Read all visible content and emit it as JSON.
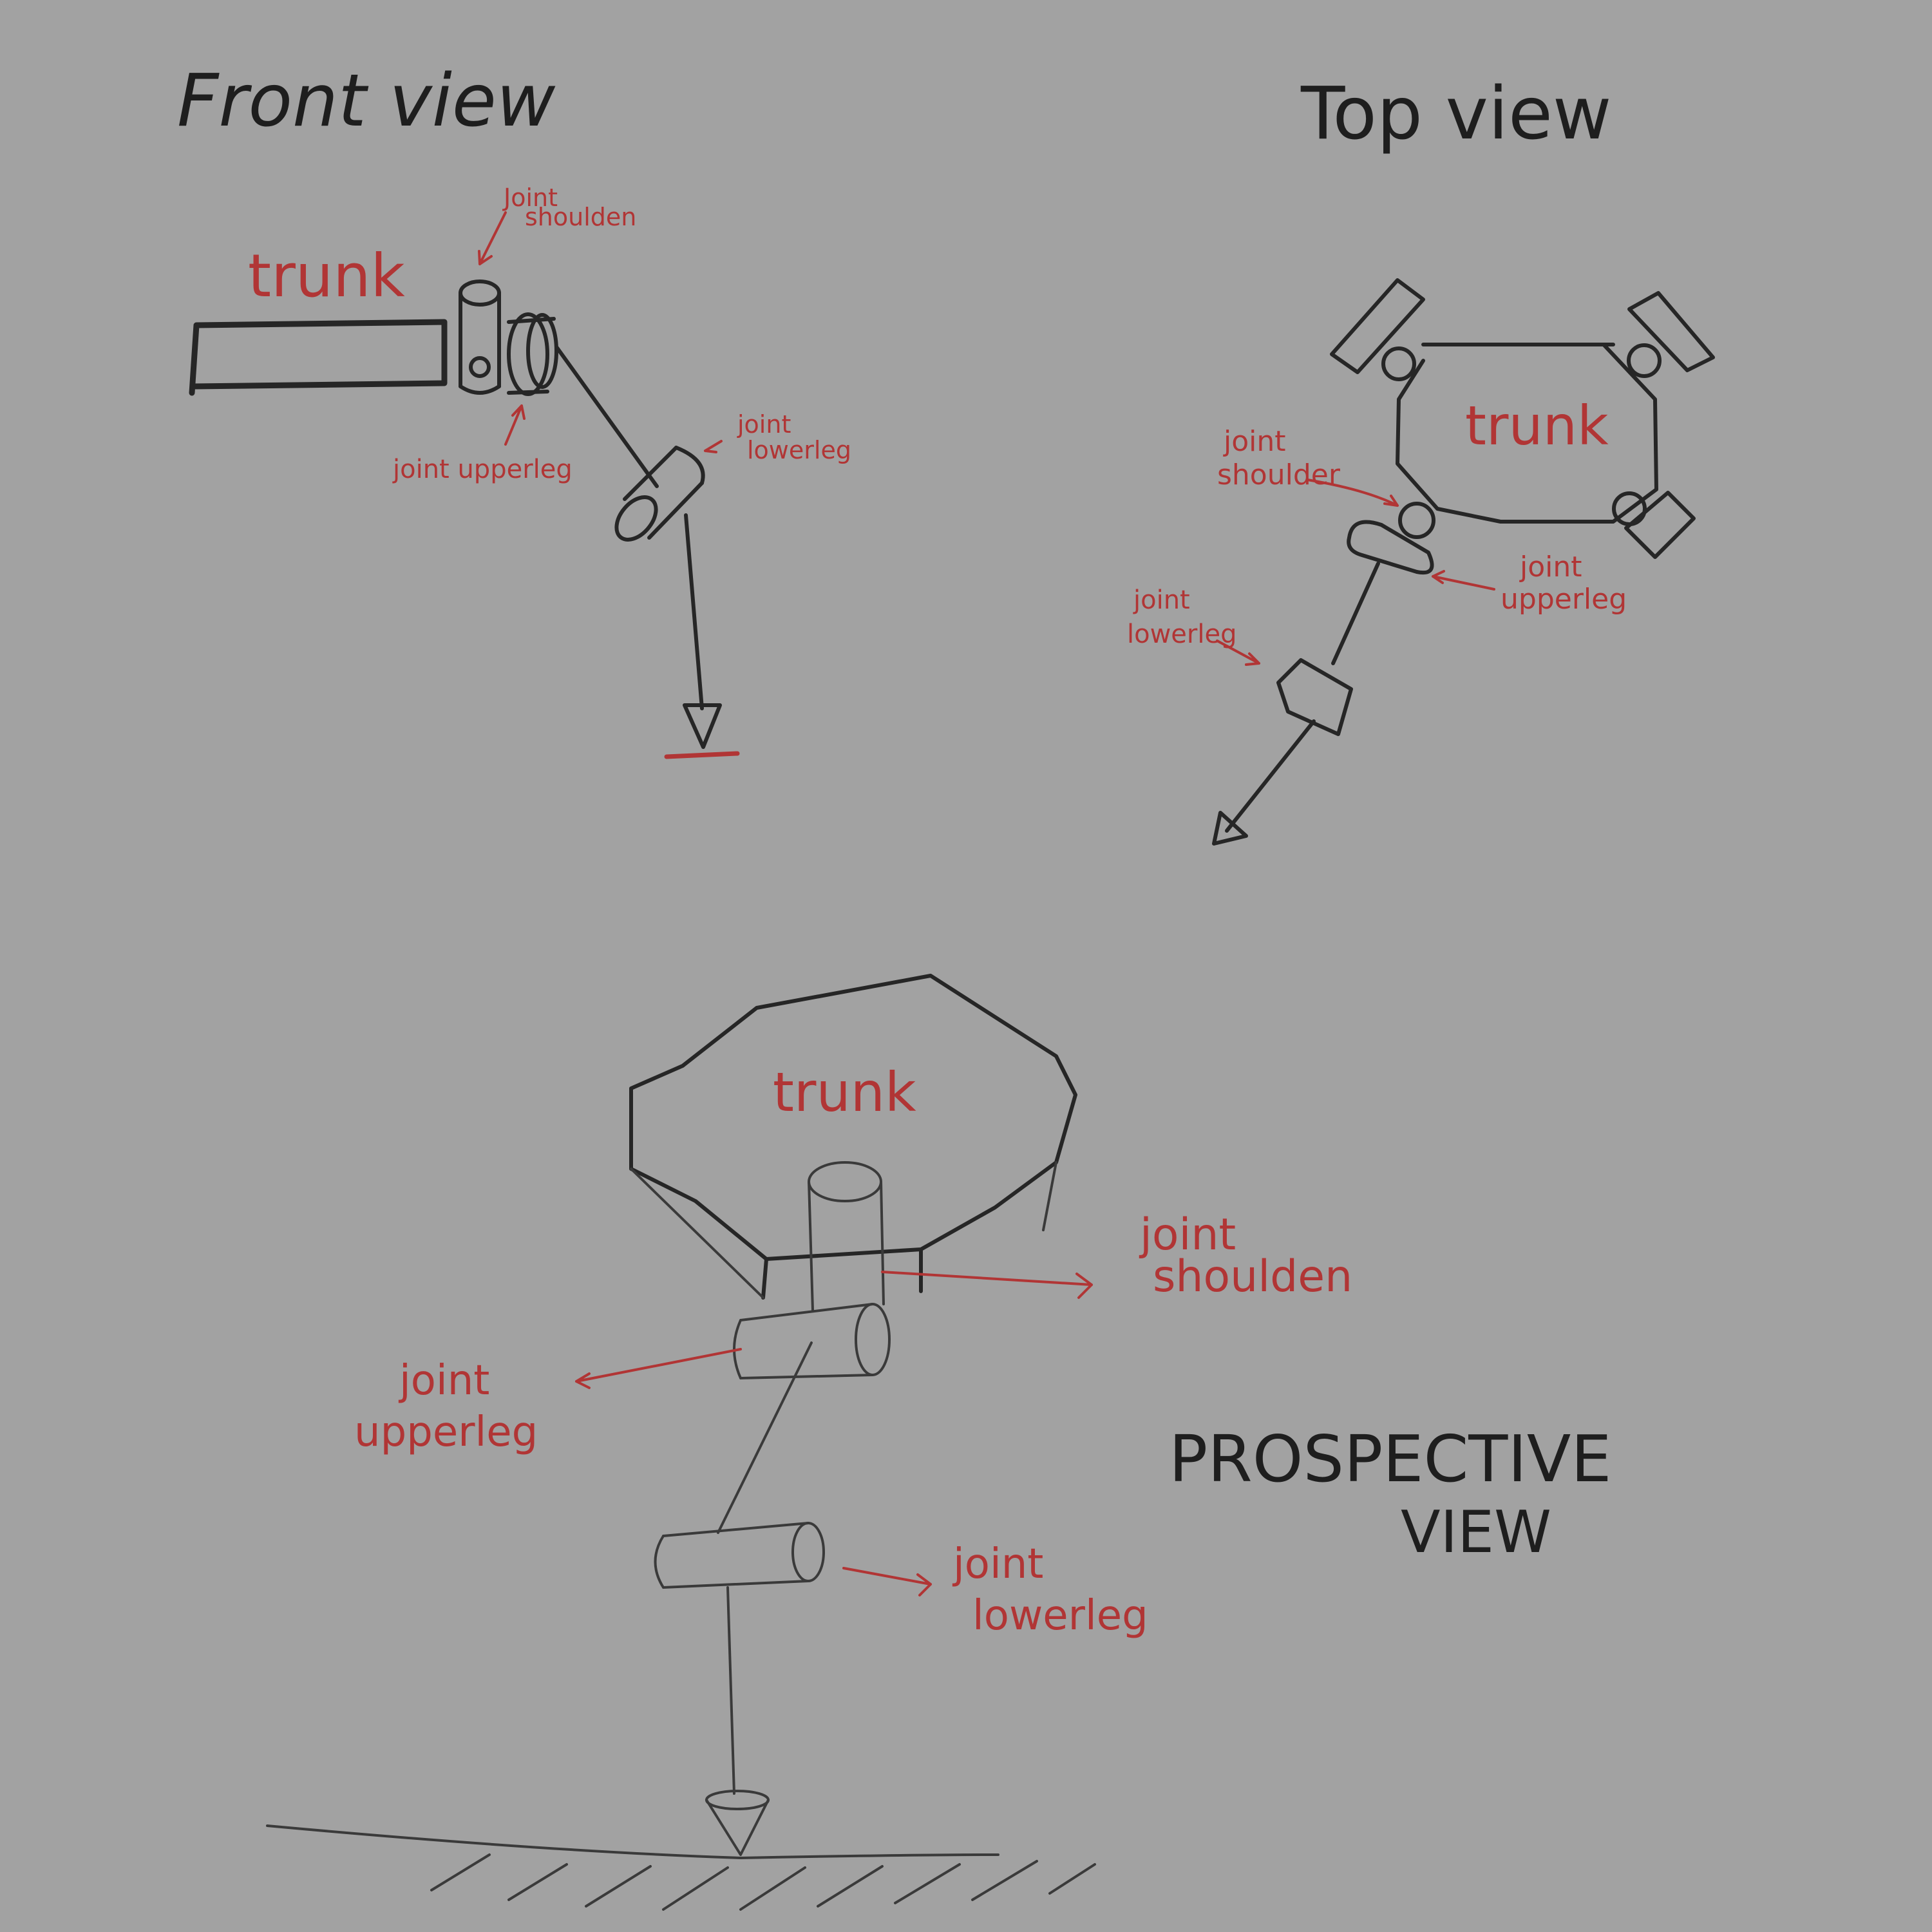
{
  "colors": {
    "background": "#a2a2a2",
    "ink": "#262626",
    "annotation": "#b13535"
  },
  "front_view": {
    "title": "Front view",
    "trunk": "trunk",
    "joint_shoulder": [
      "Joint",
      "shoulden"
    ],
    "joint_upperleg": "joint upperleg",
    "joint_lowerleg": [
      "joint",
      "lowerleg"
    ]
  },
  "top_view": {
    "title": "Top view",
    "trunk": "trunk",
    "joint_shoulder": [
      "joint",
      "shoulder"
    ],
    "joint_upperleg": [
      "joint",
      "upperleg"
    ],
    "joint_lowerleg": [
      "joint",
      "lowerleg"
    ]
  },
  "perspective_view": {
    "title": [
      "PROSPECTIVE",
      "VIEW"
    ],
    "trunk": "trunk",
    "joint_shoulder": [
      "joint",
      "shoulden"
    ],
    "joint_upperleg": [
      "joint",
      "upperleg"
    ],
    "joint_lowerleg": [
      "joint",
      "lowerleg"
    ]
  }
}
